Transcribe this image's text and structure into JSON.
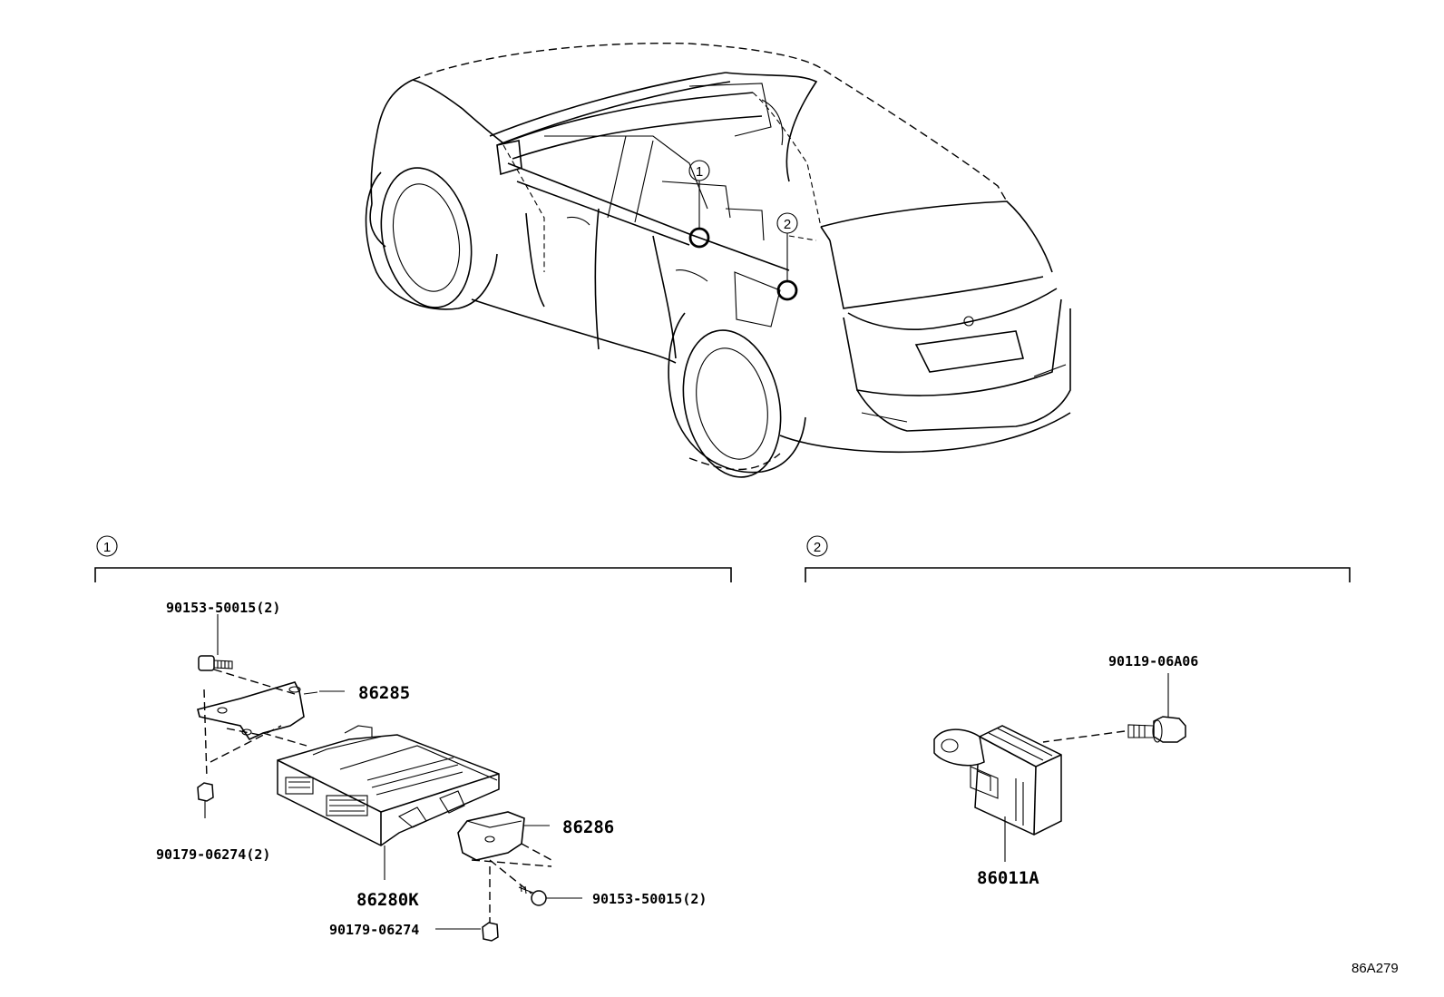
{
  "diagram_code": "86A279",
  "callouts": [
    {
      "number": "1"
    },
    {
      "number": "2"
    }
  ],
  "section_1": {
    "number": "1",
    "parts": [
      {
        "id": "bolt_top",
        "label": "90153-50015(2)"
      },
      {
        "id": "bracket_upper",
        "label": "86285"
      },
      {
        "id": "nut_left",
        "label": "90179-06274(2)"
      },
      {
        "id": "bracket_lower",
        "label": "86286"
      },
      {
        "id": "ecu",
        "label": "86280K"
      },
      {
        "id": "bolt_right",
        "label": "90153-50015(2)"
      },
      {
        "id": "nut_bottom",
        "label": "90179-06274"
      }
    ]
  },
  "section_2": {
    "number": "2",
    "parts": [
      {
        "id": "bolt",
        "label": "90119-06A06"
      },
      {
        "id": "module",
        "label": "86011A"
      }
    ]
  }
}
